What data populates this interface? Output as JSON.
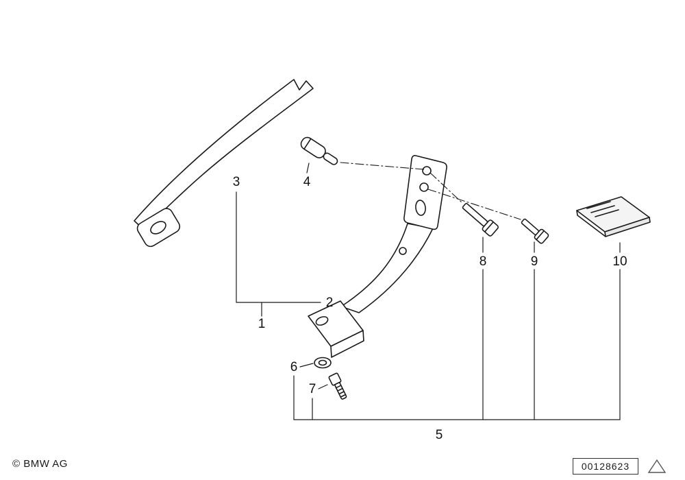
{
  "colors": {
    "background": "#ffffff",
    "line": "#1a1a1a",
    "text": "#111111"
  },
  "callouts": {
    "c1": "1",
    "c2": "2",
    "c3": "3",
    "c4": "4",
    "c5": "5",
    "c6": "6",
    "c7": "7",
    "c8": "8",
    "c9": "9",
    "c10": "10"
  },
  "footer": {
    "copyright": "© BMW AG",
    "part_number": "00128623"
  }
}
